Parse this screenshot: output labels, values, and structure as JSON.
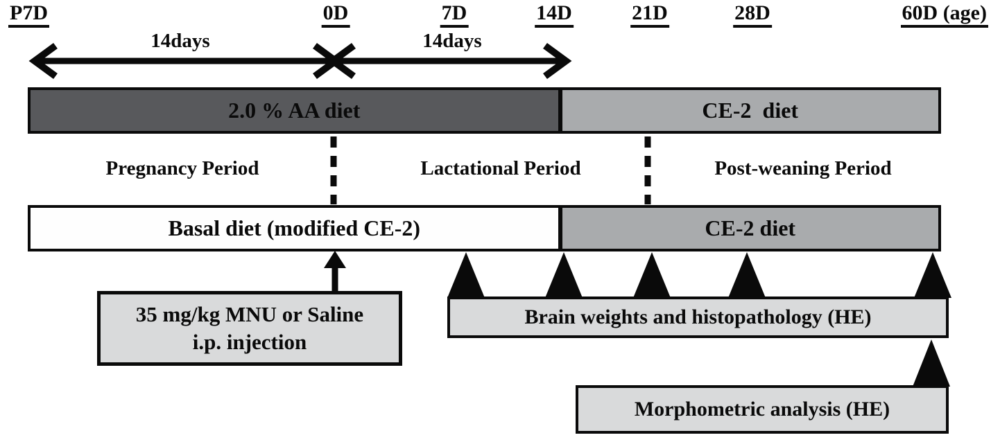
{
  "figure": {
    "timeline_labels": [
      "P7D",
      "0D",
      "7D",
      "14D",
      "21D",
      "28D",
      "60D (age)"
    ],
    "interval_labels": {
      "left": "14days",
      "right": "14days"
    },
    "diet_bar_top": {
      "left_segment": "2.0 % AA diet",
      "right_segment": "CE-2  diet"
    },
    "period_labels": [
      "Pregnancy Period",
      "Lactational Period",
      "Post-weaning Period"
    ],
    "diet_bar_bottom": {
      "left_segment": "Basal diet (modified CE-2)",
      "right_segment": "CE-2 diet"
    },
    "injection_box": {
      "line1": "35 mg/kg MNU or Saline",
      "line2": "i.p. injection"
    },
    "analysis_box_1": "Brain weights and histopathology (HE)",
    "analysis_box_2": "Morphometric analysis (HE)",
    "colors": {
      "ink": "#0a0a0a",
      "dark_bar": "#58595c",
      "light_bar": "#a9abad",
      "box_fill": "#d9dadb"
    }
  }
}
